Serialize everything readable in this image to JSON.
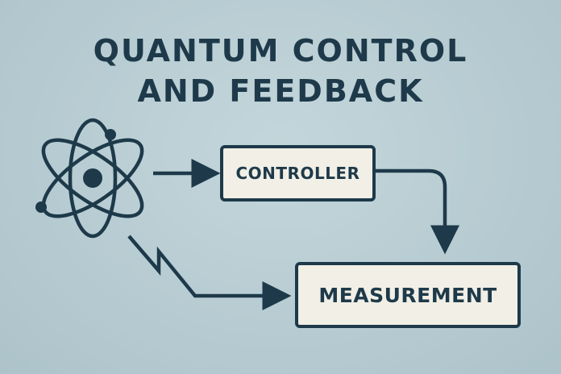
{
  "diagram": {
    "title_line1": "QUANTUM CONTROL",
    "title_line2": "AND FEEDBACK",
    "nodes": {
      "controller": "CONTROLLER",
      "measurement": "MEASUREMENT"
    },
    "icons": {
      "system": "atom-icon"
    },
    "colors": {
      "background": "#b7ccd2",
      "ink": "#1e3a4a",
      "box_fill": "#f1efe6"
    }
  }
}
